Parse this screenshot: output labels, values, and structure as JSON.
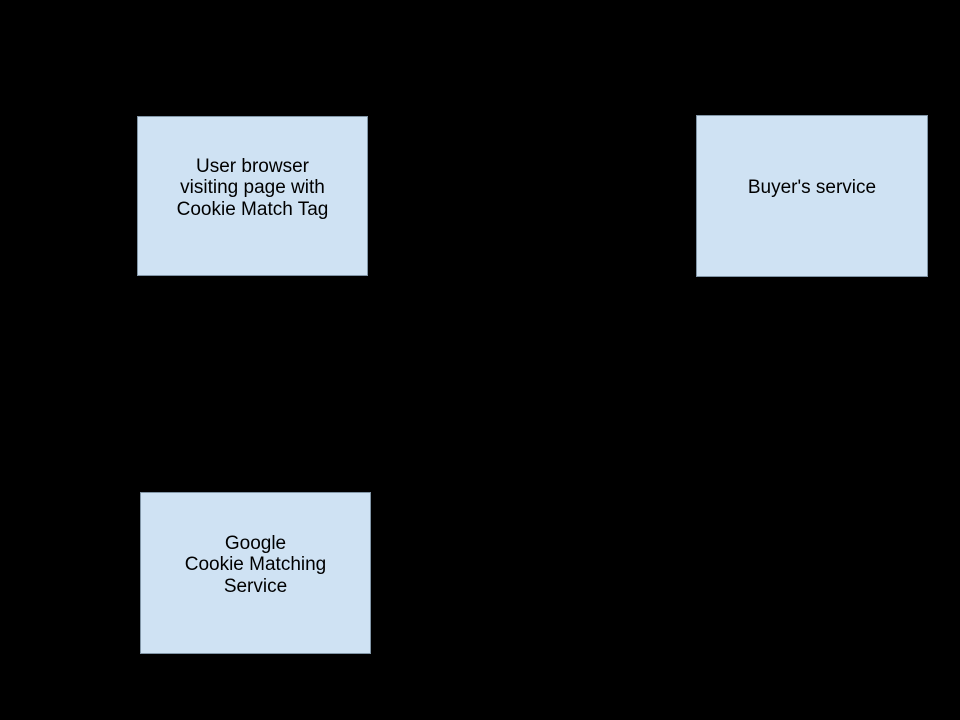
{
  "page": {
    "background_color": "#000000"
  },
  "diagram": {
    "node_fill_color": "#cfe2f3",
    "node_edge_color": "#8296a7",
    "node_text_color": "#000000",
    "nodes": [
      {
        "name": "user-browser",
        "label_lines": [
          "User browser",
          "visiting page with",
          "Cookie Match Tag"
        ]
      },
      {
        "name": "buyers-service",
        "label_lines": [
          "Buyer's service"
        ]
      },
      {
        "name": "google-cookie-matching-service",
        "label_lines": [
          "Google",
          "Cookie Matching",
          "Service"
        ]
      }
    ]
  }
}
